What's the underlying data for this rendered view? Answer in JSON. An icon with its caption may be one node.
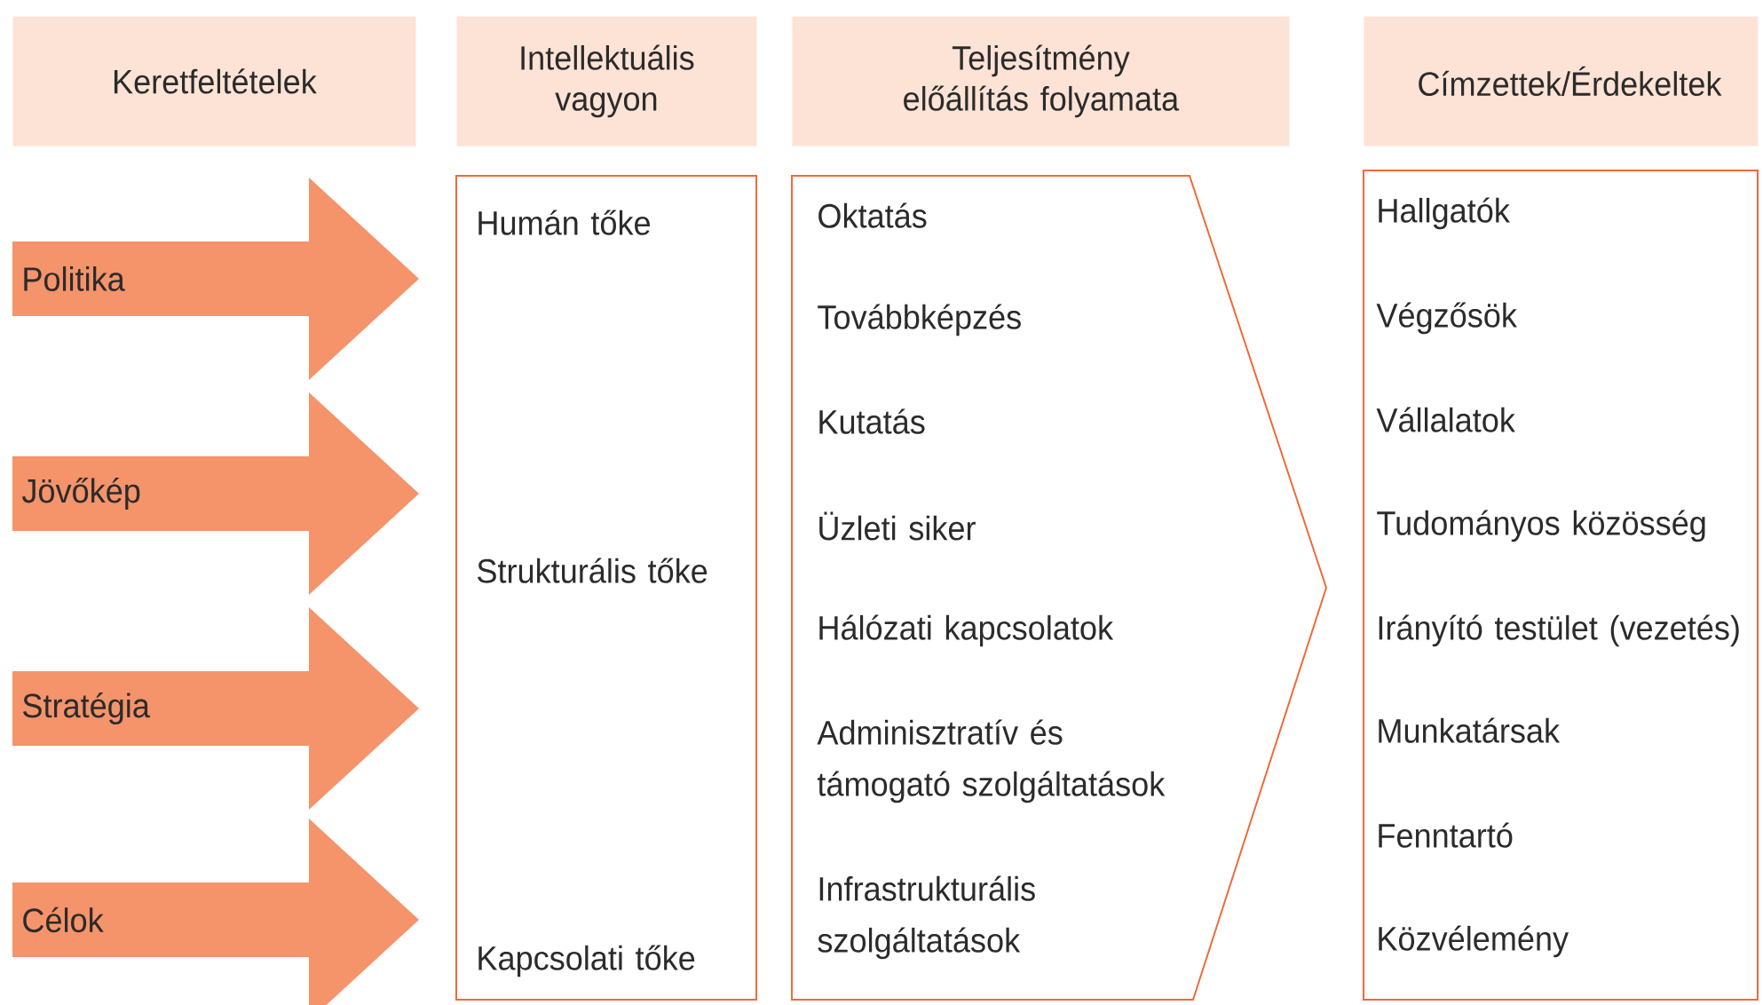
{
  "diagram": {
    "nodes": [
      {
        "text": [
          "Keretfeltételek"
        ]
      },
      {
        "text": [
          "Intellektuális vagyon"
        ]
      },
      {
        "text": [
          "Teljesítmény előállítás folyamata"
        ]
      },
      {
        "text": [
          "Címzettek/Érdekeltek"
        ]
      },
      {
        "text": [
          "Politika"
        ]
      },
      {
        "text": [
          "Jövőkép"
        ]
      },
      {
        "text": [
          "Stratégia"
        ]
      },
      {
        "text": [
          "Célok"
        ]
      },
      {
        "text": [
          "Humán tőke",
          "Strukturális tőke",
          "Kapcsolati tőke"
        ]
      },
      {
        "text": [
          "Oktatás",
          "Továbbképzés",
          "Kutatás",
          "Üzleti siker",
          "Hálózati kapcsolatok",
          "Adminisztratív és támogató szolgáltatások",
          "Infrastrukturális szolgáltatások"
        ]
      },
      {
        "text": [
          "Hallgatók",
          "Végzősök",
          "Vállalatok",
          "Tudományos közösség",
          "Irányító testület (vezetés)",
          "Munkatársak",
          "Fenntartó",
          "Közvélemény"
        ]
      }
    ]
  }
}
